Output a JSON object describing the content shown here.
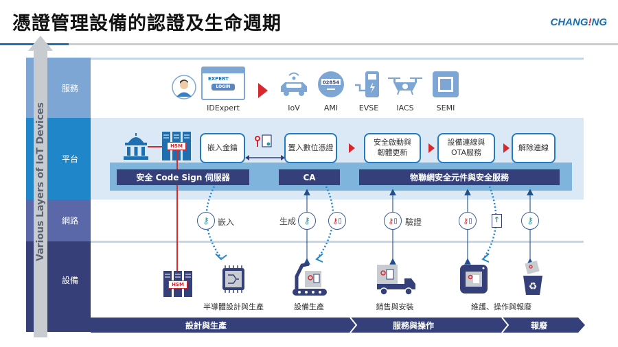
{
  "header": {
    "title": "憑證管理設備的認證及生命週期",
    "logo_text": "CHANGING",
    "logo": {
      "pre": "CHANG",
      "mark": "!",
      "post": "NG"
    }
  },
  "axis_label": "Various Layers of IoT Devices",
  "layers": [
    {
      "label": "服務",
      "color": "#7ea6d4"
    },
    {
      "label": "平台",
      "color": "#1f86c9"
    },
    {
      "label": "網路",
      "color": "#5a67a8"
    },
    {
      "label": "設備",
      "color": "#373f79"
    }
  ],
  "services": {
    "login_user": "IDExpert",
    "login_brand": "EXPERT",
    "login_button": "LOGIN",
    "meter_reading": "02854",
    "items": [
      "IoV",
      "AMI",
      "EVSE",
      "IACS",
      "SEMI"
    ]
  },
  "platform": {
    "steps": [
      "嵌入金鑰",
      "置入數位憑證",
      "安全啟動與\n韌體更新",
      "設備連線與\nOTA服務",
      "解除連線"
    ],
    "hsm": "HSM",
    "bars": [
      "安全 Code Sign 伺服器",
      "CA",
      "物聯網安全元件與安全服務"
    ]
  },
  "network": {
    "embed": "嵌入",
    "generate": "生成",
    "verify": "驗證"
  },
  "devices": {
    "hsm": "HSM",
    "labels": [
      "半導體設計與生產",
      "設備生產",
      "銷售與安裝",
      "維護、操作與報廢"
    ]
  },
  "stages": [
    "設計與生產",
    "服務與操作",
    "報廢"
  ],
  "colors": {
    "accent_red": "#d9272e",
    "dark_navy": "#35407a",
    "platform_bg": "#dbe9f6",
    "platform_strip": "#7fb5dc",
    "teal": "#2a9aa5"
  }
}
